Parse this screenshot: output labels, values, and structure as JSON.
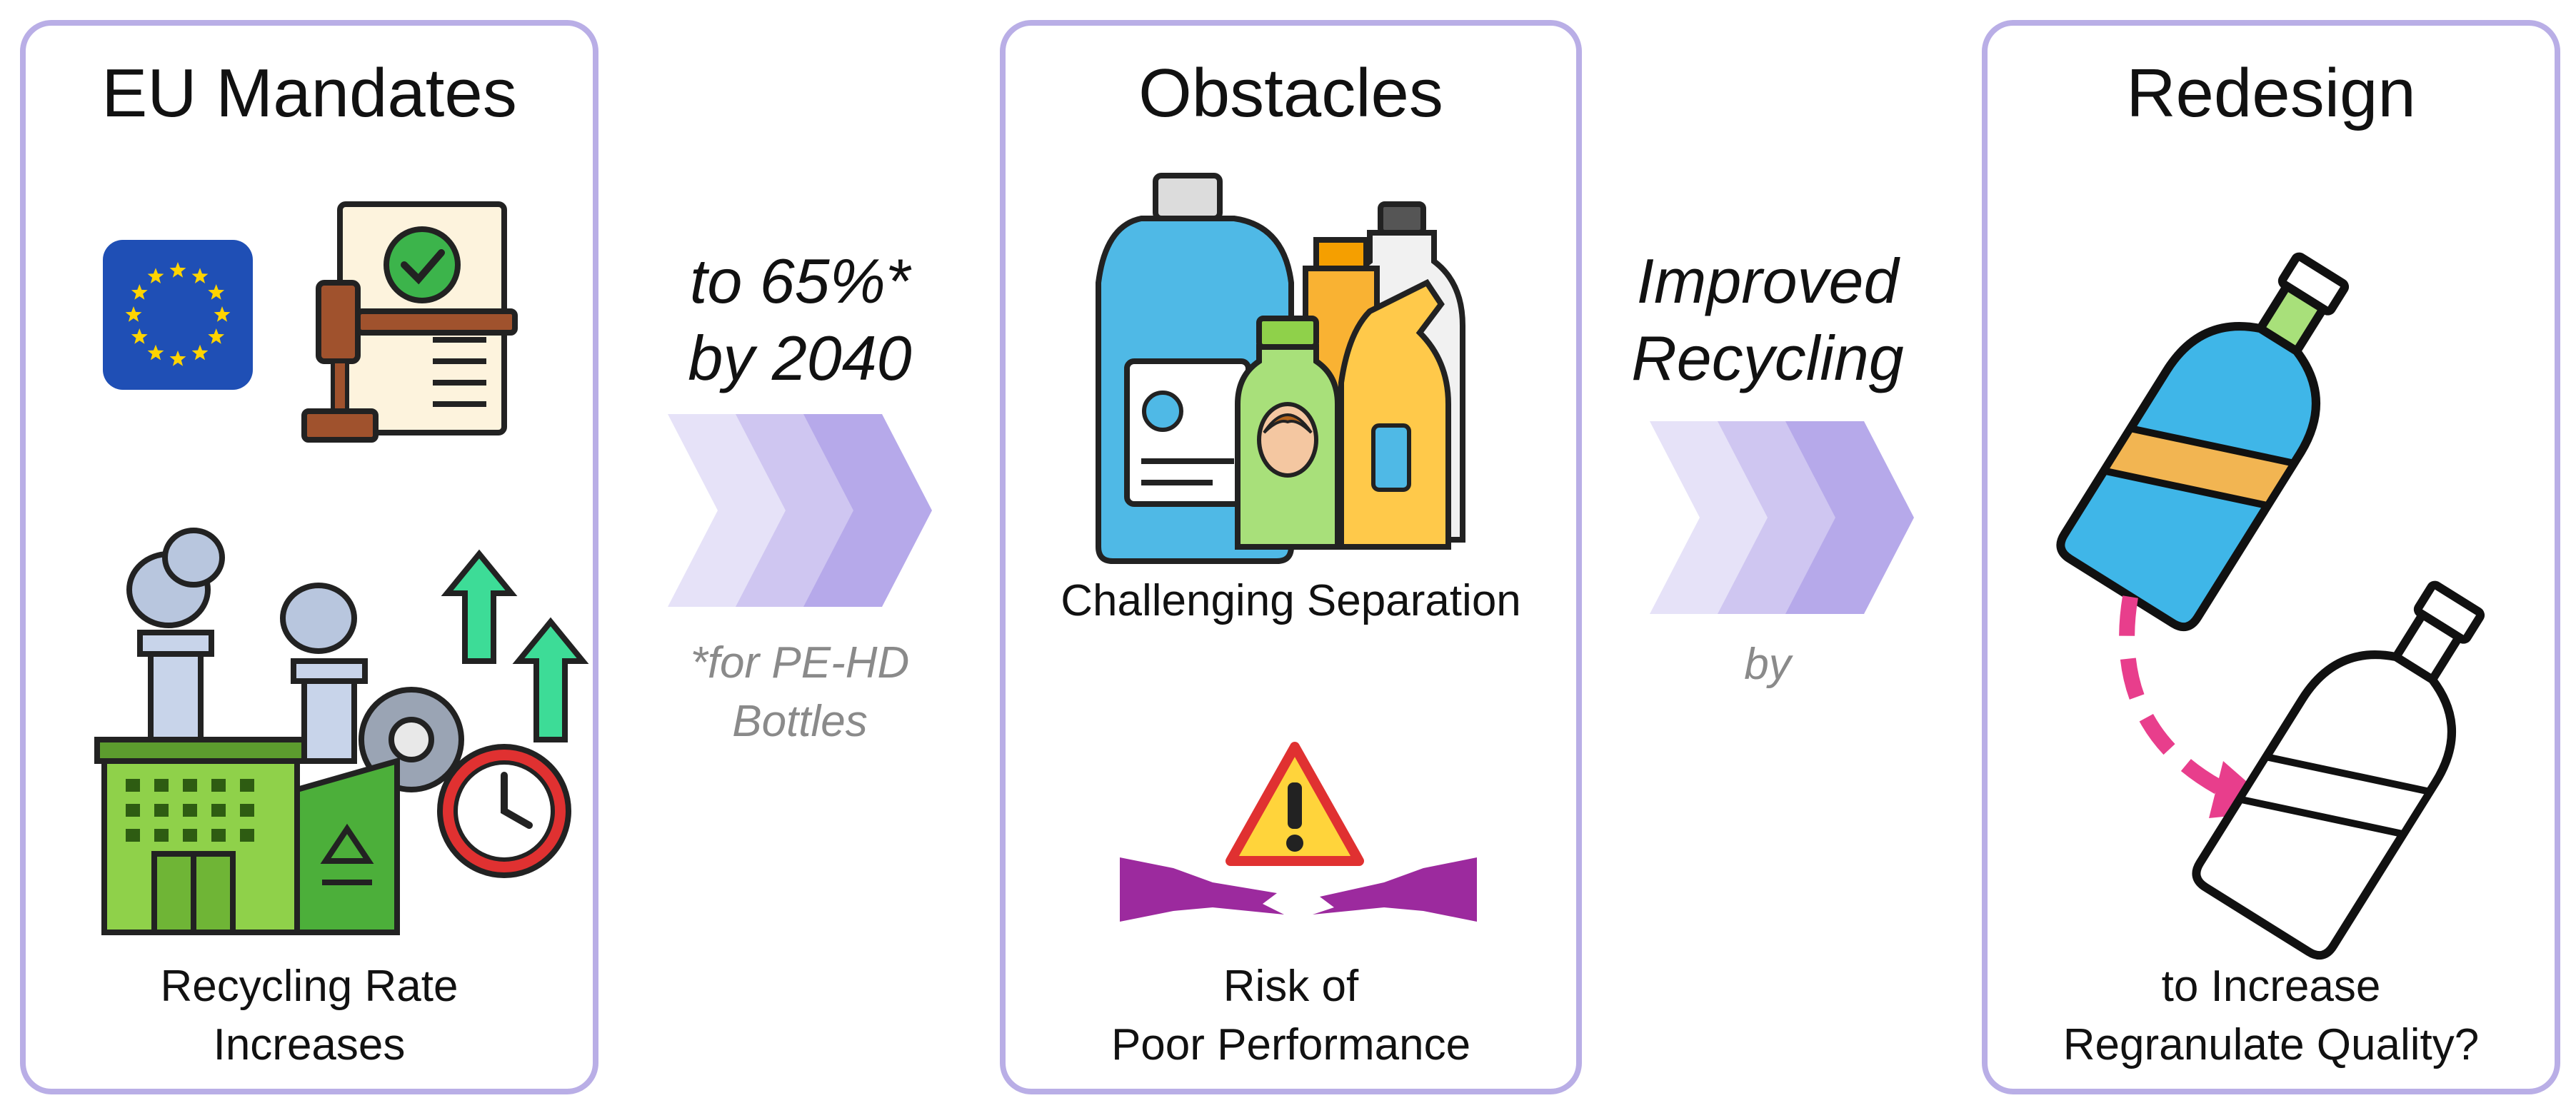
{
  "panels": {
    "left": {
      "title": "EU Mandates",
      "caption_line1": "Recycling Rate",
      "caption_line2": "Increases"
    },
    "middle": {
      "title": "Obstacles",
      "caption_top": "Challenging Separation",
      "caption_bottom_line1": "Risk of",
      "caption_bottom_line2": "Poor Performance"
    },
    "right": {
      "title": "Redesign",
      "caption_line1": "to Increase",
      "caption_line2": "Regranulate Quality?"
    }
  },
  "connectors": {
    "first": {
      "label_line1": "to 65%*",
      "label_line2": "by 2040",
      "note_line1": "*for PE-HD",
      "note_line2": "Bottles"
    },
    "second": {
      "label_line1": "Improved",
      "label_line2": "Recycling",
      "note": "by"
    }
  },
  "colors": {
    "panel_border": "#b9aee6",
    "chevron_light": "#e6e2f8",
    "chevron_mid": "#cfc6f1",
    "chevron_dark": "#b6a9ea",
    "eu_blue": "#1f4fb5",
    "eu_star": "#ffd400",
    "factory_green": "#8fd14a",
    "arrow_pink": "#e83e8c",
    "bottle_blue": "#3fb6e8",
    "warning_yellow": "#ffd43b",
    "warning_red": "#e03131",
    "broken_purple": "#9c2a9e"
  },
  "icons": [
    "eu-flag-icon",
    "law-document-icon",
    "factory-icon",
    "detergent-bottles-icon",
    "warning-icon",
    "broken-part-icon",
    "blue-bottle-icon",
    "outline-bottle-icon"
  ]
}
